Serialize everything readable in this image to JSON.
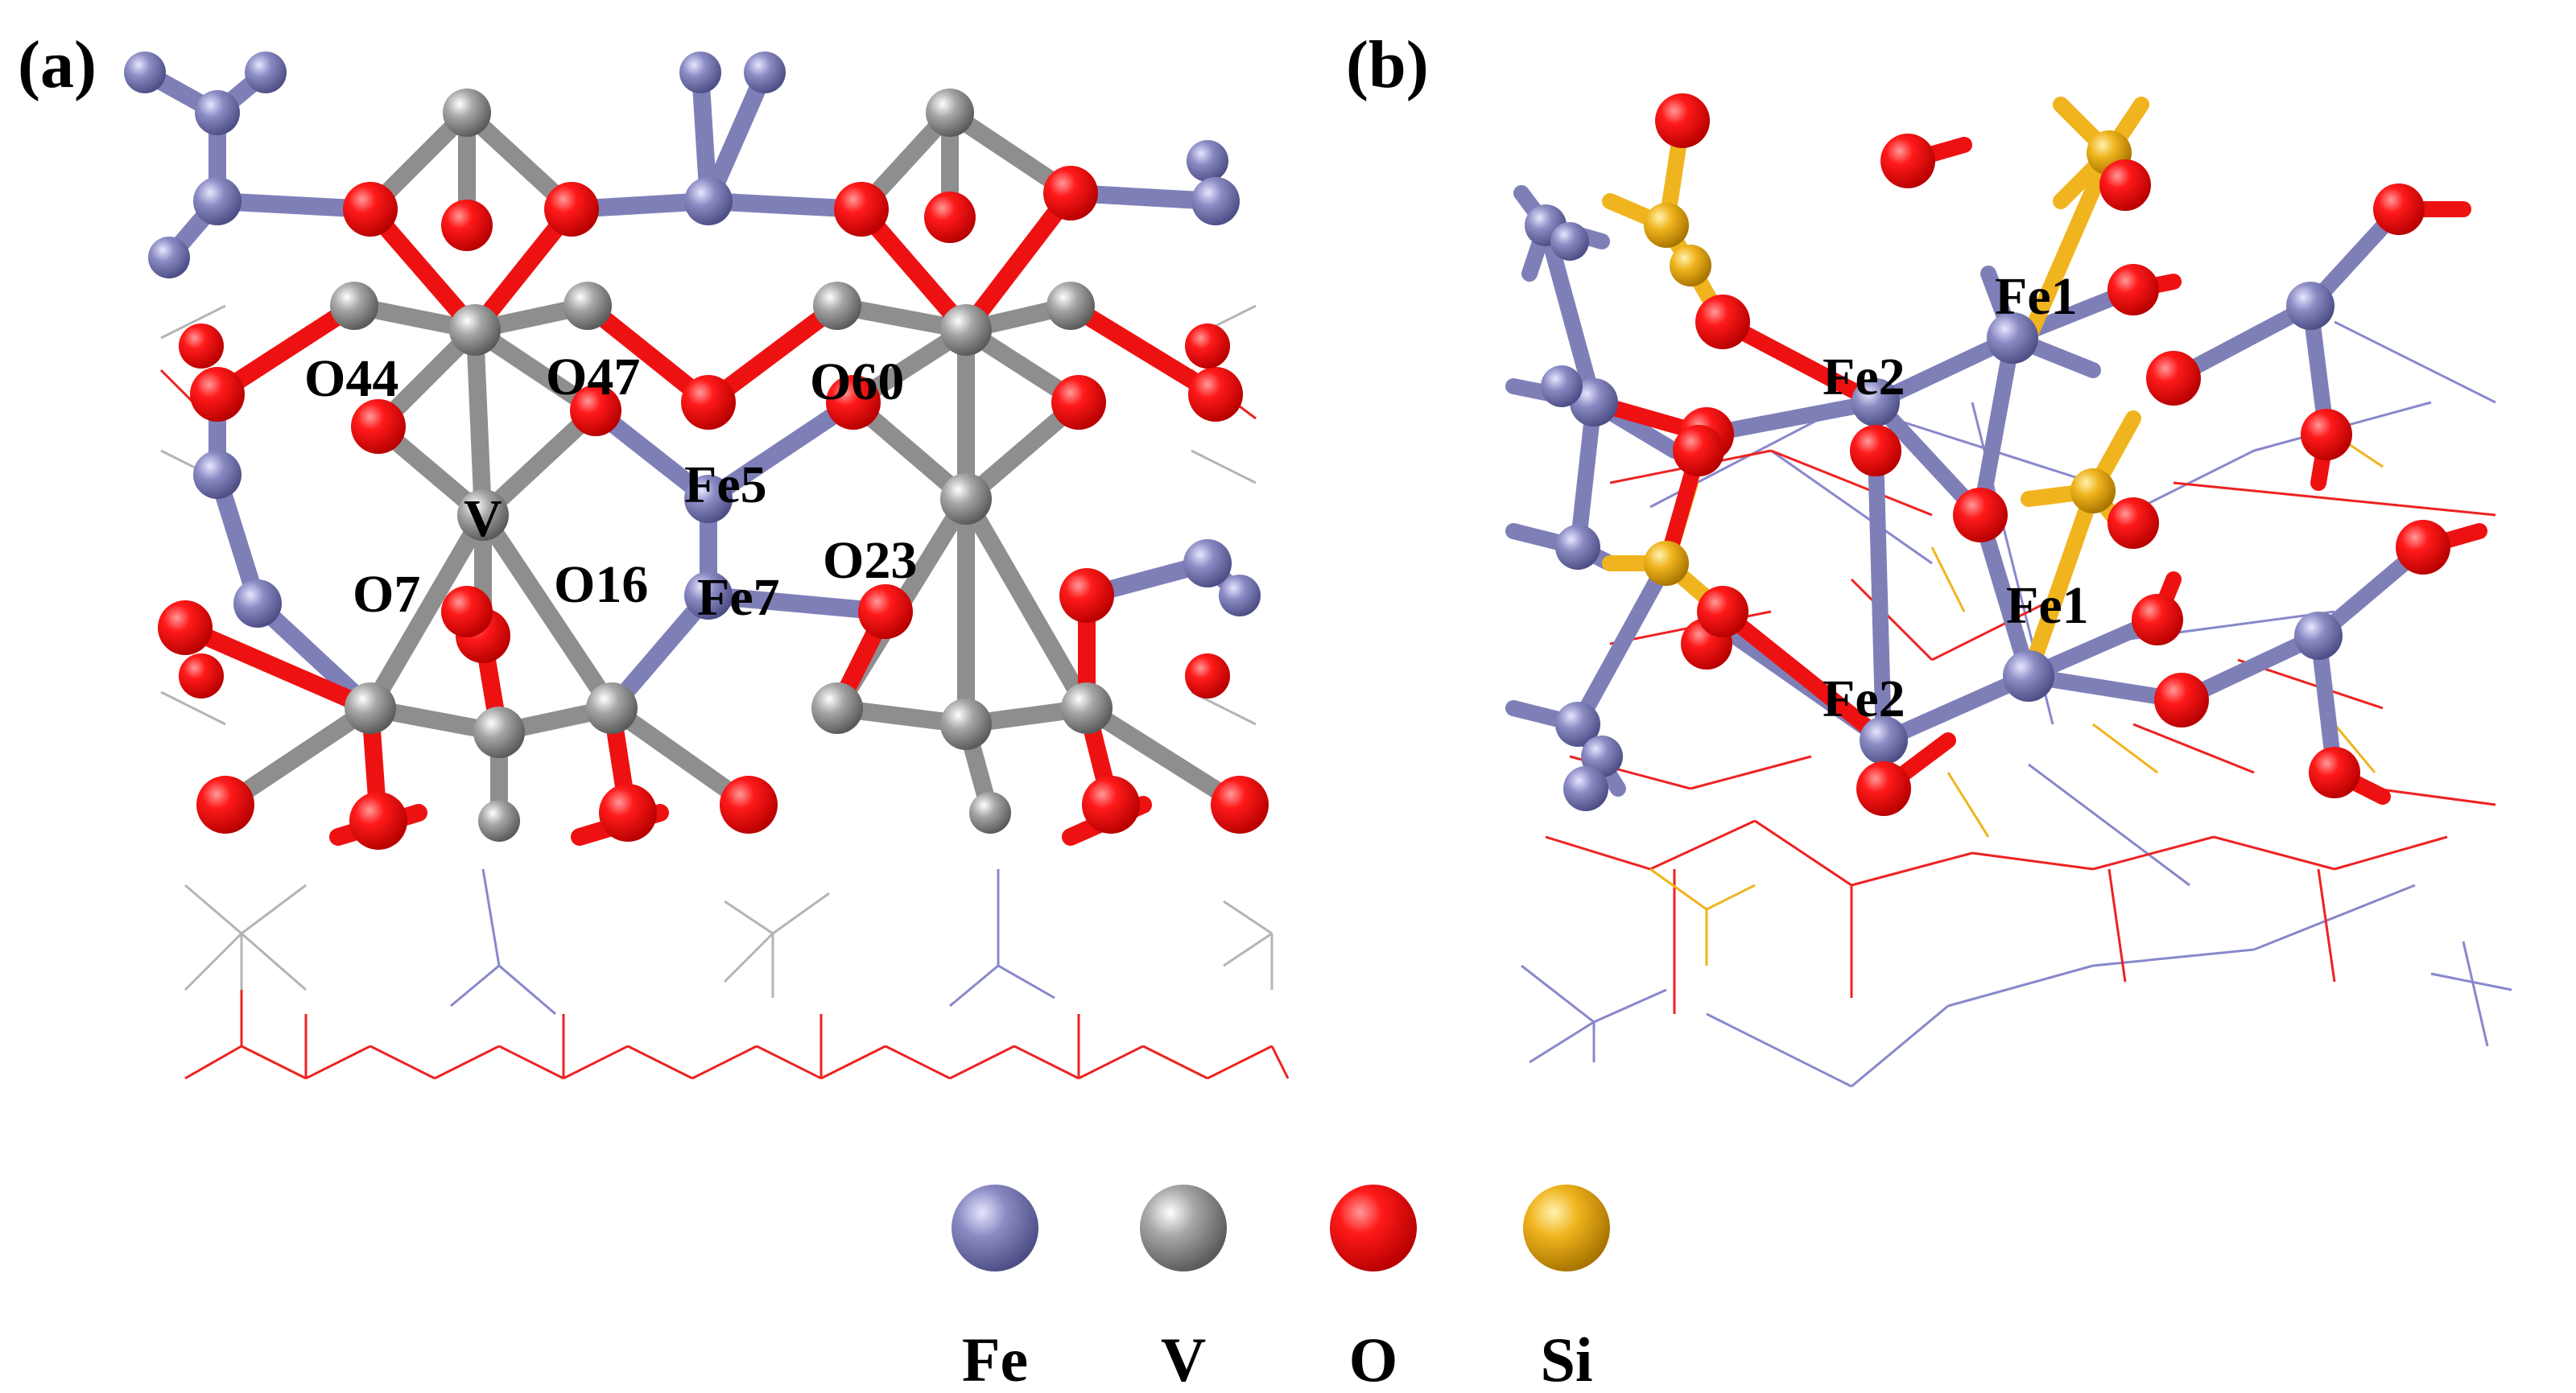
{
  "panels": {
    "a": {
      "label": "(a)"
    },
    "b": {
      "label": "(b)"
    }
  },
  "atom_labels_a": [
    "O44",
    "O47",
    "O60",
    "Fe5",
    "V",
    "O7",
    "O16",
    "Fe7",
    "O23"
  ],
  "atom_labels_b": [
    "Fe1",
    "Fe2",
    "Fe1",
    "Fe2"
  ],
  "legend": [
    {
      "element": "Fe",
      "color": "#8b8bc4"
    },
    {
      "element": "V",
      "color": "#a0a0a0"
    },
    {
      "element": "O",
      "color": "#ff1a1a"
    },
    {
      "element": "Si",
      "color": "#f0b41e"
    }
  ],
  "colors": {
    "fe": "#7f7fb8",
    "v": "#8e8e8e",
    "o": "#ee1111",
    "si": "#f0b41e",
    "wire_fe": "#8888cc",
    "wire_v": "#b4b4b4",
    "wire_o": "#ee2222",
    "wire_si": "#f0b41e"
  }
}
